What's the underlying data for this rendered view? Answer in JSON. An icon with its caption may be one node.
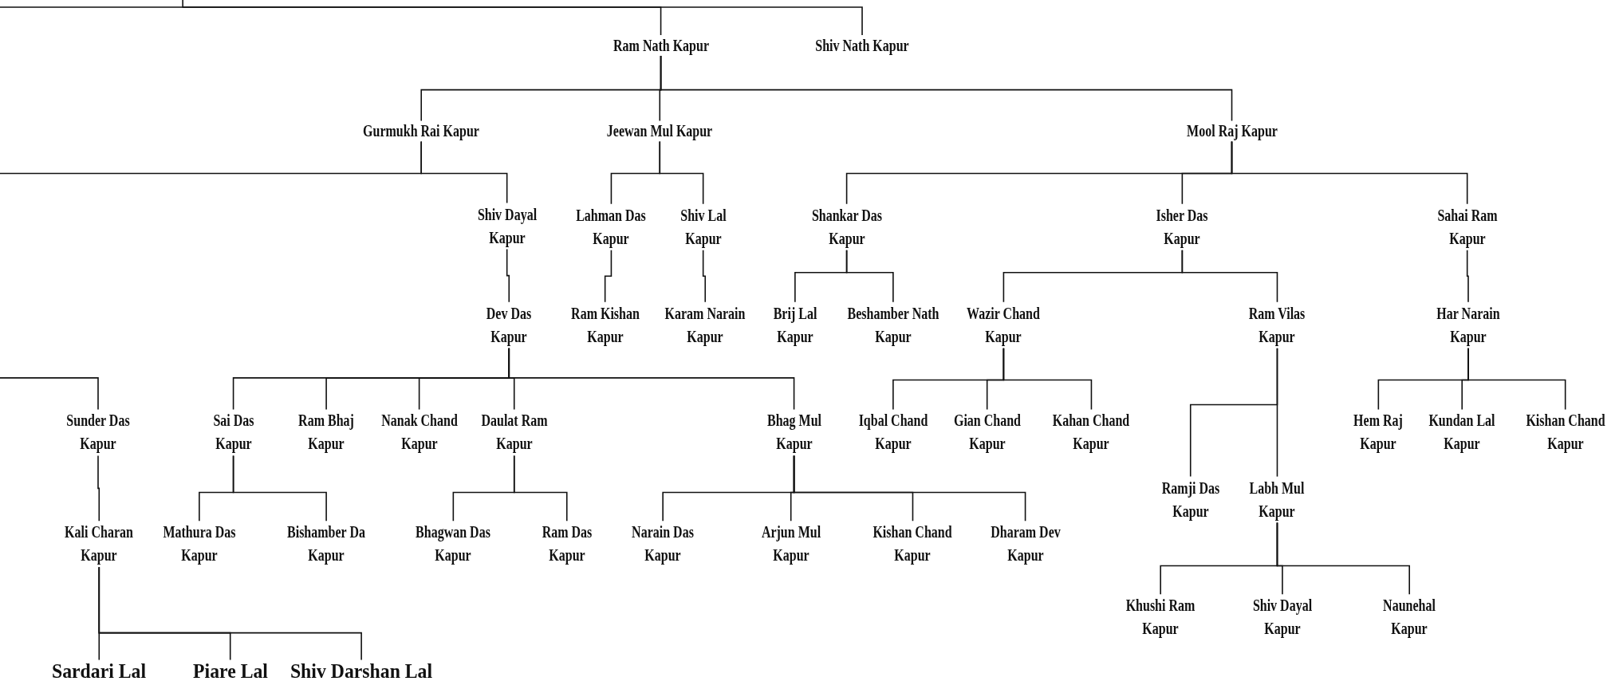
{
  "diagram": {
    "nodes": [
      {
        "text": [
          "Ram Nath Kapur"
        ]
      },
      {
        "text": [
          "Shiv Nath Kapur"
        ]
      },
      {
        "text": [
          "Gurmukh Rai Kapur"
        ]
      },
      {
        "text": [
          "Jeewan Mul Kapur"
        ]
      },
      {
        "text": [
          "Mool Raj Kapur"
        ]
      },
      {
        "text": [
          "Shiv Dayal Kapur"
        ]
      },
      {
        "text": [
          "Lahman Das Kapur"
        ]
      },
      {
        "text": [
          "Shiv Lal Kapur"
        ]
      },
      {
        "text": [
          "Shankar Das Kapur"
        ]
      },
      {
        "text": [
          "Isher Das Kapur"
        ]
      },
      {
        "text": [
          "Sahai Ram Kapur"
        ]
      },
      {
        "text": [
          "Dev Das Kapur"
        ]
      },
      {
        "text": [
          "Ram Kishan Kapur"
        ]
      },
      {
        "text": [
          "Karam Narain Kapur"
        ]
      },
      {
        "text": [
          "Brij Lal Kapur"
        ]
      },
      {
        "text": [
          "Beshamber Nath Kapur"
        ]
      },
      {
        "text": [
          "Wazir Chand Kapur"
        ]
      },
      {
        "text": [
          "Ram Vilas Kapur"
        ]
      },
      {
        "text": [
          "Har Narain Kapur"
        ]
      },
      {
        "text": [
          "Sunder Das Kapur"
        ]
      },
      {
        "text": [
          "Sai Das Kapur"
        ]
      },
      {
        "text": [
          "Ram Bhaj Kapur"
        ]
      },
      {
        "text": [
          "Nanak Chand Kapur"
        ]
      },
      {
        "text": [
          "Daulat Ram Kapur"
        ]
      },
      {
        "text": [
          "Bhag Mul Kapur"
        ]
      },
      {
        "text": [
          "Iqbal Chand Kapur"
        ]
      },
      {
        "text": [
          "Gian Chand Kapur"
        ]
      },
      {
        "text": [
          "Kahan Chand Kapur"
        ]
      },
      {
        "text": [
          "Hem Raj Kapur"
        ]
      },
      {
        "text": [
          "Kundan Lal Kapur"
        ]
      },
      {
        "text": [
          "Kishan Chand Kapur"
        ]
      },
      {
        "text": [
          "Ramji Das Kapur"
        ]
      },
      {
        "text": [
          "Labh Mul Kapur"
        ]
      },
      {
        "text": [
          "Kali Charan Kapur"
        ]
      },
      {
        "text": [
          "Mathura Das Kapur"
        ]
      },
      {
        "text": [
          "Bishamber Da Kapur"
        ]
      },
      {
        "text": [
          "Bhagwan Das Kapur"
        ]
      },
      {
        "text": [
          "Ram Das Kapur"
        ]
      },
      {
        "text": [
          "Narain Das Kapur"
        ]
      },
      {
        "text": [
          "Arjun Mul Kapur"
        ]
      },
      {
        "text": [
          "Kishan Chand Kapur"
        ]
      },
      {
        "text": [
          "Dharam Dev Kapur"
        ]
      },
      {
        "text": [
          "Khushi Ram Kapur"
        ]
      },
      {
        "text": [
          "Shiv Dayal Kapur"
        ]
      },
      {
        "text": [
          "Naunehal Kapur"
        ]
      },
      {
        "text": [
          "Sardari Lal"
        ]
      },
      {
        "text": [
          "Piare Lal"
        ]
      },
      {
        "text": [
          "Shiv Darshan Lal"
        ]
      }
    ],
    "edges": [
      {
        "from": null,
        "to": 0,
        "arrow": "none"
      },
      {
        "from": null,
        "to": 1,
        "arrow": "none"
      },
      {
        "from": 0,
        "to": 2,
        "arrow": "none"
      },
      {
        "from": 0,
        "to": 3,
        "arrow": "none"
      },
      {
        "from": 0,
        "to": 4,
        "arrow": "none"
      },
      {
        "from": 2,
        "to": 5,
        "arrow": "none"
      },
      {
        "from": 2,
        "to": null,
        "arrow": "none"
      },
      {
        "from": 3,
        "to": 6,
        "arrow": "none"
      },
      {
        "from": 3,
        "to": 7,
        "arrow": "none"
      },
      {
        "from": 4,
        "to": 8,
        "arrow": "none"
      },
      {
        "from": 4,
        "to": 9,
        "arrow": "none"
      },
      {
        "from": 4,
        "to": 10,
        "arrow": "none"
      },
      {
        "from": 5,
        "to": 11,
        "arrow": "none"
      },
      {
        "from": 6,
        "to": 12,
        "arrow": "none"
      },
      {
        "from": 7,
        "to": 13,
        "arrow": "none"
      },
      {
        "from": 8,
        "to": 14,
        "arrow": "none"
      },
      {
        "from": 8,
        "to": 15,
        "arrow": "none"
      },
      {
        "from": 9,
        "to": 16,
        "arrow": "none"
      },
      {
        "from": 9,
        "to": 17,
        "arrow": "none"
      },
      {
        "from": 10,
        "to": 18,
        "arrow": "none"
      },
      {
        "from": null,
        "to": 19,
        "arrow": "none"
      },
      {
        "from": 11,
        "to": 20,
        "arrow": "none"
      },
      {
        "from": 11,
        "to": 21,
        "arrow": "none"
      },
      {
        "from": 11,
        "to": 22,
        "arrow": "none"
      },
      {
        "from": 11,
        "to": 23,
        "arrow": "none"
      },
      {
        "from": 11,
        "to": 24,
        "arrow": "none"
      },
      {
        "from": 16,
        "to": 25,
        "arrow": "none"
      },
      {
        "from": 16,
        "to": 26,
        "arrow": "none"
      },
      {
        "from": 16,
        "to": 27,
        "arrow": "none"
      },
      {
        "from": 18,
        "to": 28,
        "arrow": "none"
      },
      {
        "from": 18,
        "to": 29,
        "arrow": "none"
      },
      {
        "from": 18,
        "to": 30,
        "arrow": "none"
      },
      {
        "from": 17,
        "to": 31,
        "arrow": "none"
      },
      {
        "from": 17,
        "to": 32,
        "arrow": "none"
      },
      {
        "from": 19,
        "to": 33,
        "arrow": "none"
      },
      {
        "from": 20,
        "to": 34,
        "arrow": "none"
      },
      {
        "from": 20,
        "to": 35,
        "arrow": "none"
      },
      {
        "from": 23,
        "to": 36,
        "arrow": "none"
      },
      {
        "from": 23,
        "to": 37,
        "arrow": "none"
      },
      {
        "from": 24,
        "to": 38,
        "arrow": "none"
      },
      {
        "from": 24,
        "to": 39,
        "arrow": "none"
      },
      {
        "from": 24,
        "to": 40,
        "arrow": "none"
      },
      {
        "from": 24,
        "to": 41,
        "arrow": "none"
      },
      {
        "from": 32,
        "to": 42,
        "arrow": "none"
      },
      {
        "from": 32,
        "to": 43,
        "arrow": "none"
      },
      {
        "from": 32,
        "to": 44,
        "arrow": "none"
      },
      {
        "from": 33,
        "to": 45,
        "arrow": "none"
      },
      {
        "from": 33,
        "to": 46,
        "arrow": "none"
      },
      {
        "from": 33,
        "to": 47,
        "arrow": "none"
      }
    ]
  }
}
